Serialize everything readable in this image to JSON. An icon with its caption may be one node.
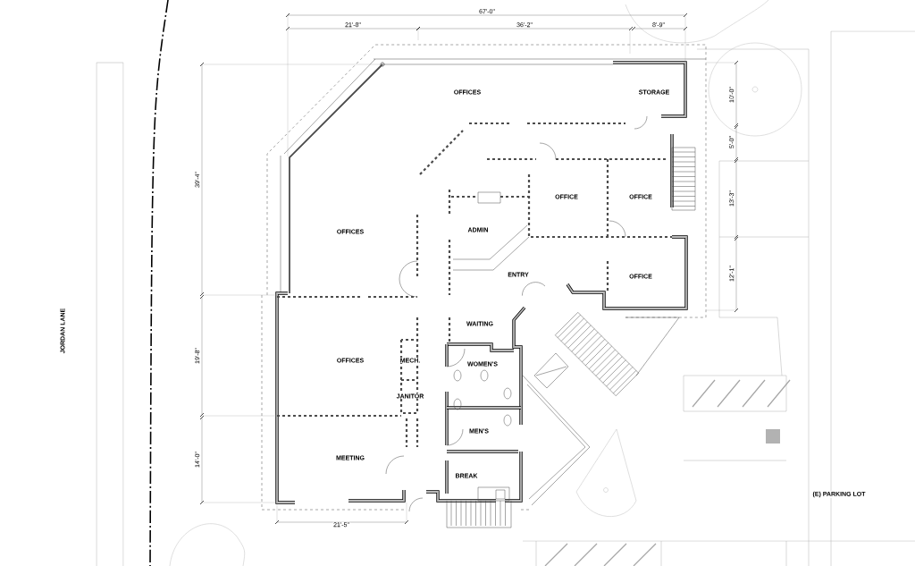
{
  "diagram": {
    "labels": [
      "67'-0\"",
      "21'-8\"",
      "36'-2\"",
      "8'-9\"",
      "OFFICES",
      "STORAGE",
      "10'-0\"",
      "5'-0\"",
      "39'-4\"",
      "OFFICE",
      "OFFICE",
      "13'-3\"",
      "OFFICES",
      "ADMIN",
      "ENTRY",
      "OFFICE",
      "12'-1\"",
      "JORDAN LANE",
      "WAITING",
      "19'-8\"",
      "OFFICES",
      "MECH.",
      "WOMEN'S",
      "JANITOR",
      "MEN'S",
      "14'-0\"",
      "MEETING",
      "BREAK",
      "(E) PARKING LOT",
      "21'-5\""
    ]
  }
}
